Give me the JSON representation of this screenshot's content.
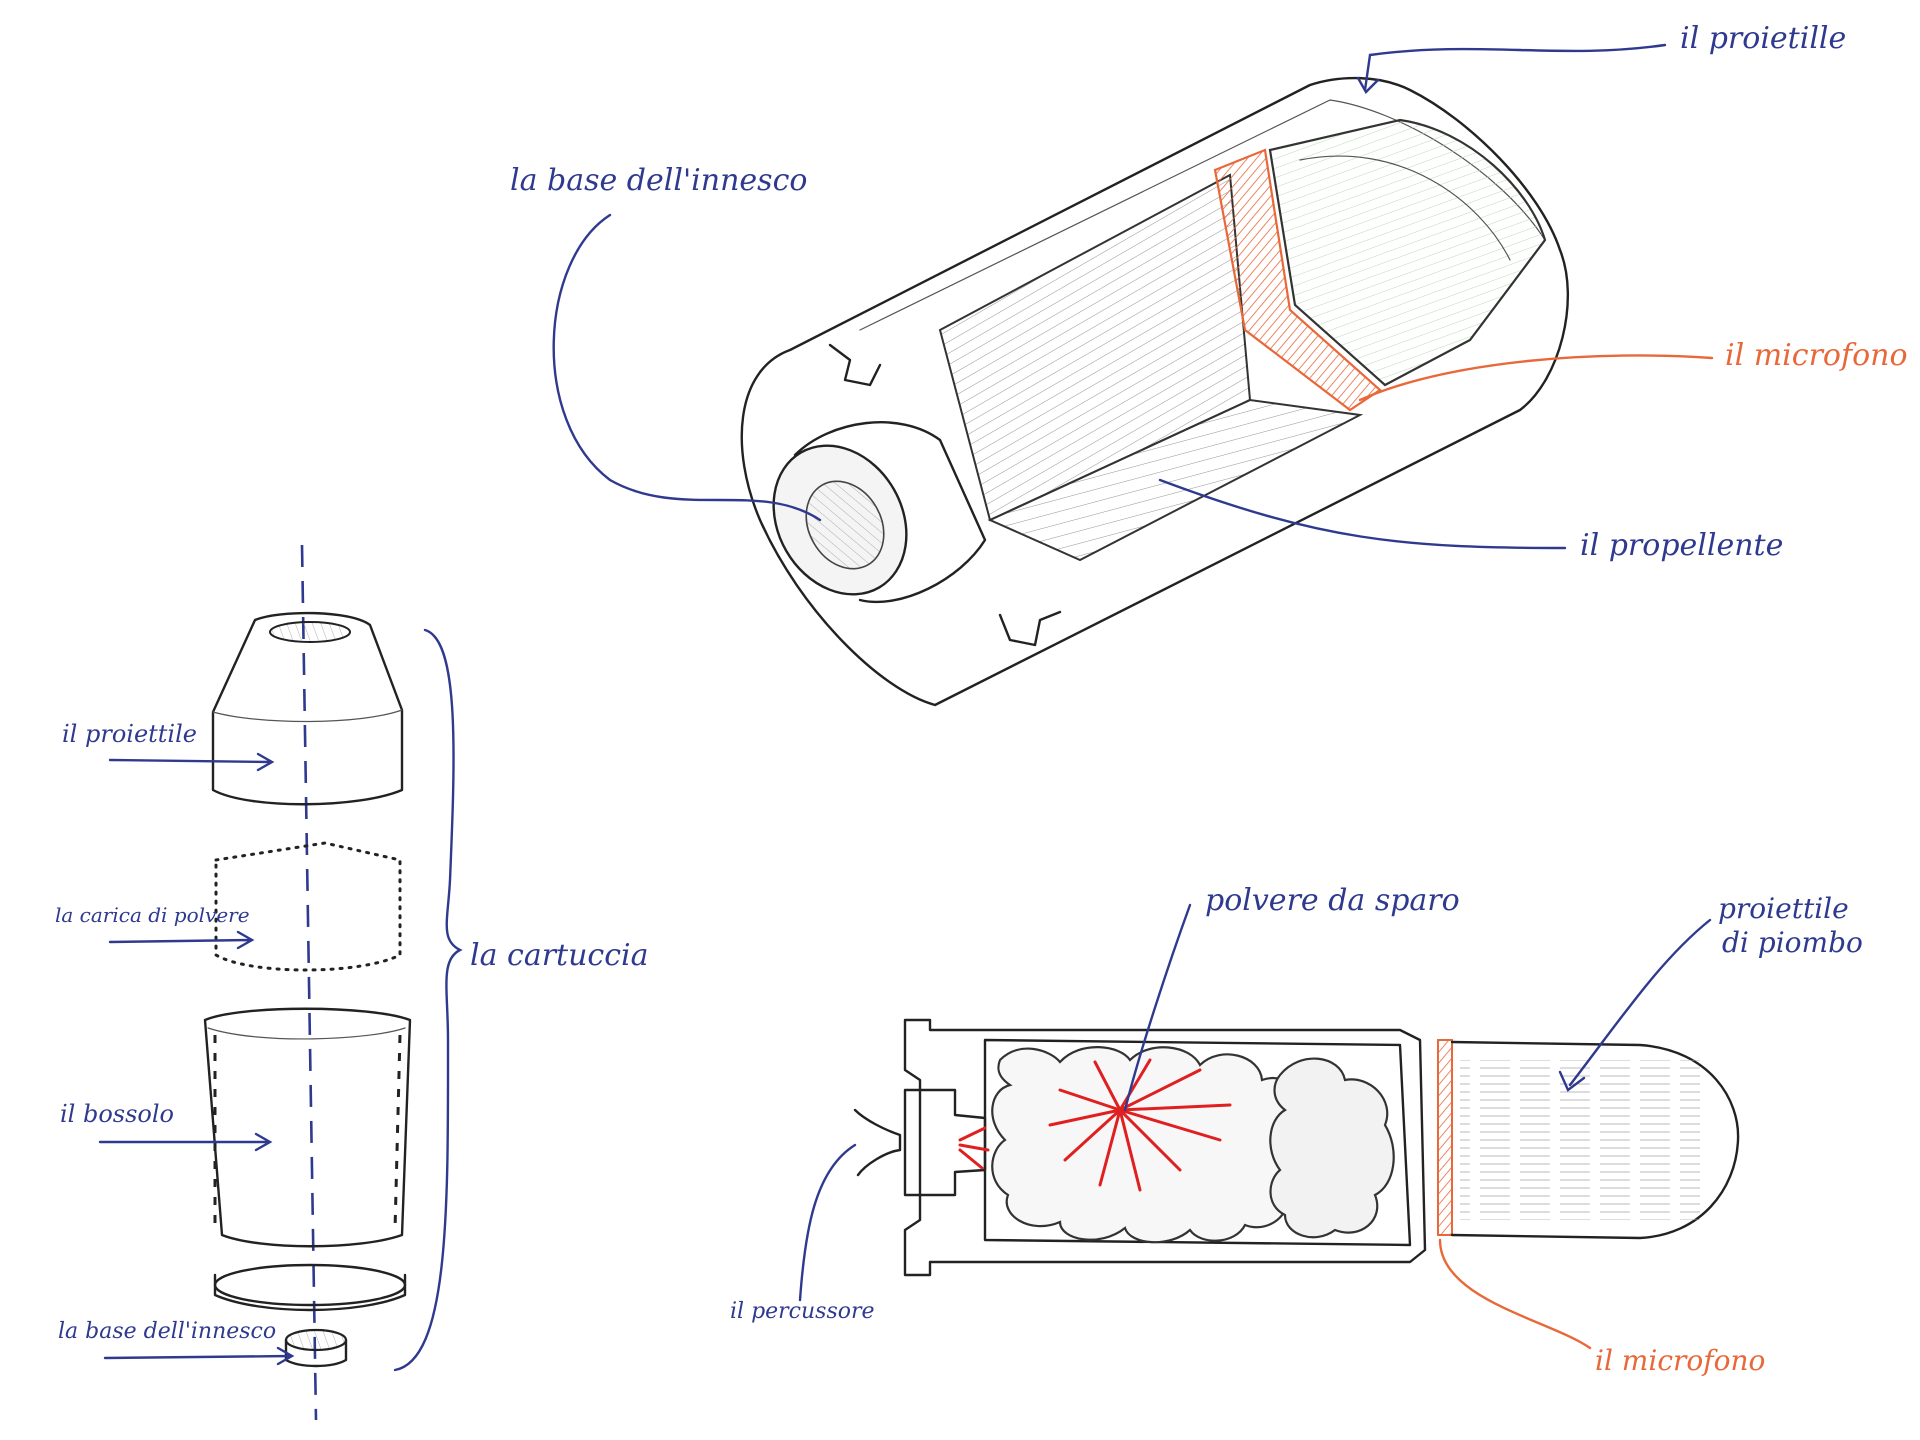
{
  "labels": {
    "cutaway_projectile": "il proietille",
    "cutaway_primer_base": "la base dell'innesco",
    "cutaway_microphone": "il microfono",
    "cutaway_propellant": "il propellente",
    "exploded_projectile": "il proiettile",
    "exploded_powder_charge": "la carica di polvere",
    "exploded_case": "il bossolo",
    "exploded_primer_base": "la base dell'innesco",
    "exploded_cartridge": "la cartuccia",
    "section_gunpowder": "polvere da sparo",
    "section_lead_projectile_line1": "proiettile",
    "section_lead_projectile_line2": "di piombo",
    "section_firing_pin": "il percussore",
    "section_microphone": "il microfono"
  },
  "colors": {
    "label_blue": "#2f3a8f",
    "label_orange": "#e8683a",
    "ink": "#222222",
    "microphone_fill": "#e8683a",
    "projectile_tint": "#dcefd6",
    "ignition_red": "#e02020"
  }
}
